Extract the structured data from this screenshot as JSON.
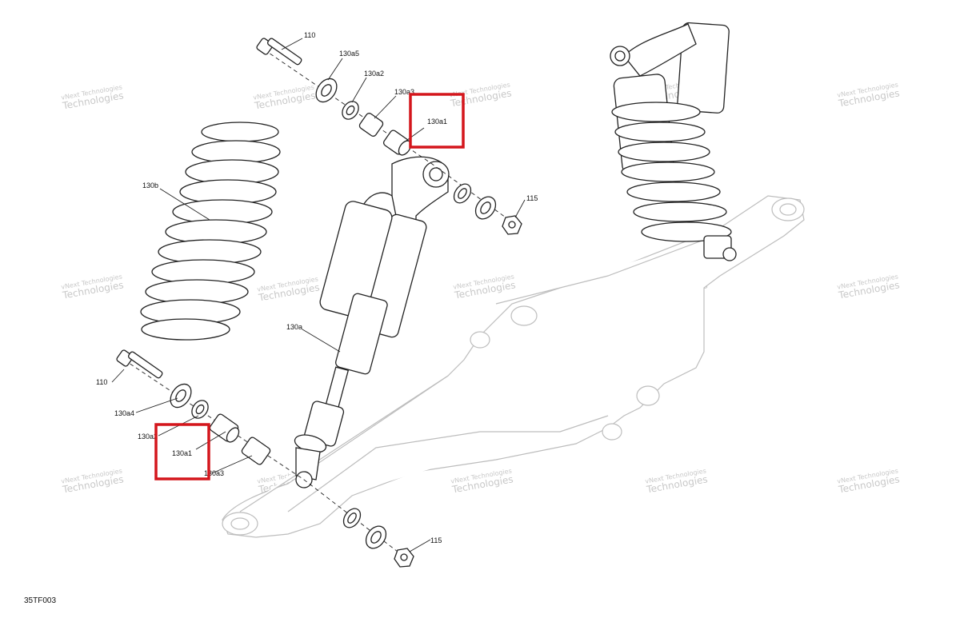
{
  "callouts": {
    "bolt_top": "110",
    "washer_top": "130a5",
    "bearing_top": "130a2",
    "sleeve_top": "130a3",
    "bushing_top": "130a1",
    "nut_top": "115",
    "spring": "130b",
    "shock": "130a",
    "bolt_bottom": "110",
    "washer_bottom": "130a4",
    "bearing_bottom": "130a2",
    "bushing_bottom": "130a1",
    "sleeve_bottom": "130a3",
    "nut_bottom": "115"
  },
  "watermark": {
    "line1": "vNext Technologies",
    "line2": "Technologies"
  },
  "figure_code": "35TF003",
  "highlight_color": "#d4161c"
}
